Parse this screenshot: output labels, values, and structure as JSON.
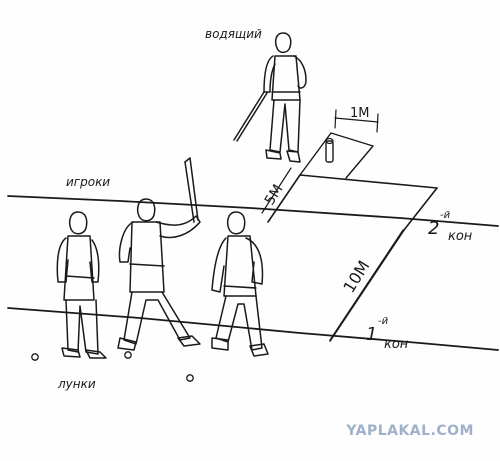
{
  "labels": {
    "leader": "водящий",
    "players": "игроки",
    "holes": "лунки"
  },
  "dimensions": {
    "width_1m": "1М",
    "dist_5m": "5М",
    "dist_10m": "10М"
  },
  "zones": {
    "first_kon_num": "1",
    "first_kon_sup": "-й",
    "first_kon_word": "кон",
    "second_kon_num": "2",
    "second_kon_sup": "-й",
    "second_kon_word": "кон"
  },
  "watermark": "YAPLAKAL.COM",
  "colors": {
    "ink": "#1a1a1a",
    "watermark": "#9eb1c9"
  }
}
